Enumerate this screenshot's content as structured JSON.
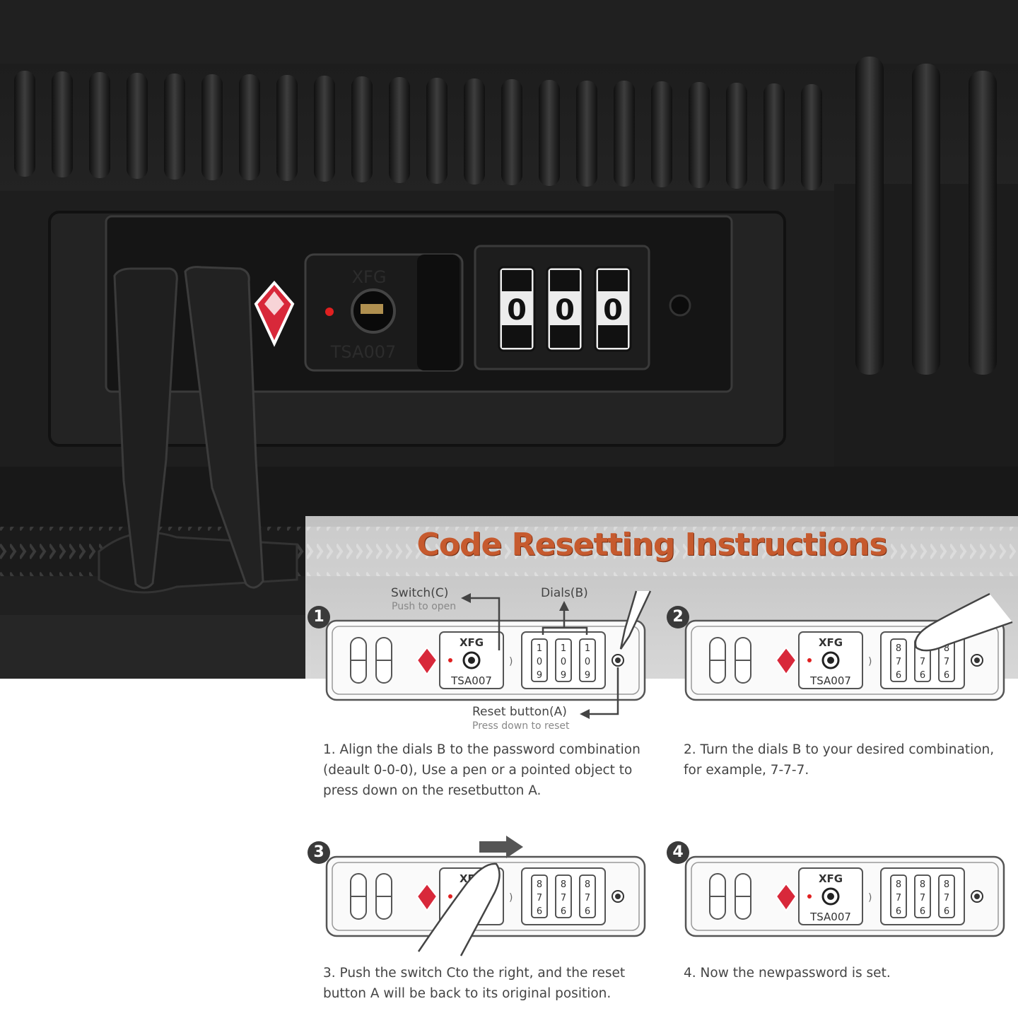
{
  "photo": {
    "lock_brand": "XFG",
    "lock_model": "TSA007",
    "dial_digits": [
      "0",
      "0",
      "0"
    ]
  },
  "instructions": {
    "title": "Code Resetting Instructions",
    "labels": {
      "switch": "Switch(C)",
      "switch_sub": "Push to open",
      "dials": "Dials(B)",
      "reset": "Reset button(A)",
      "reset_sub": "Press down to reset"
    },
    "diagram_lock": {
      "brand": "XFG",
      "model": "TSA007"
    },
    "steps": [
      {
        "number": "1",
        "dials": [
          [
            "1",
            "0",
            "9"
          ],
          [
            "1",
            "0",
            "9"
          ],
          [
            "1",
            "0",
            "9"
          ]
        ],
        "text_lines": [
          "1. Align the dials B to the password combination",
          "(deault 0-0-0), Use a pen or a pointed object to",
          "press down on the resetbutton A."
        ]
      },
      {
        "number": "2",
        "dials": [
          [
            "8",
            "7",
            "6"
          ],
          [
            "8",
            "7",
            "6"
          ],
          [
            "8",
            "7",
            "6"
          ]
        ],
        "text_lines": [
          "2. Turn the dials B to your desired combination,",
          "for example, 7-7-7."
        ]
      },
      {
        "number": "3",
        "dials": [
          [
            "8",
            "7",
            "6"
          ],
          [
            "8",
            "7",
            "6"
          ],
          [
            "8",
            "7",
            "6"
          ]
        ],
        "text_lines": [
          "3. Push the switch Cto the right, and the reset",
          "button A will be back to its original position."
        ]
      },
      {
        "number": "4",
        "dials": [
          [
            "8",
            "7",
            "6"
          ],
          [
            "8",
            "7",
            "6"
          ],
          [
            "8",
            "7",
            "6"
          ]
        ],
        "text_lines": [
          "4. Now the newpassword is set."
        ]
      }
    ]
  },
  "colors": {
    "title": "#c65a2e",
    "tsa_red": "#d8283a",
    "suitcase_black": "#1c1c1c",
    "diagram_line": "#555555"
  }
}
